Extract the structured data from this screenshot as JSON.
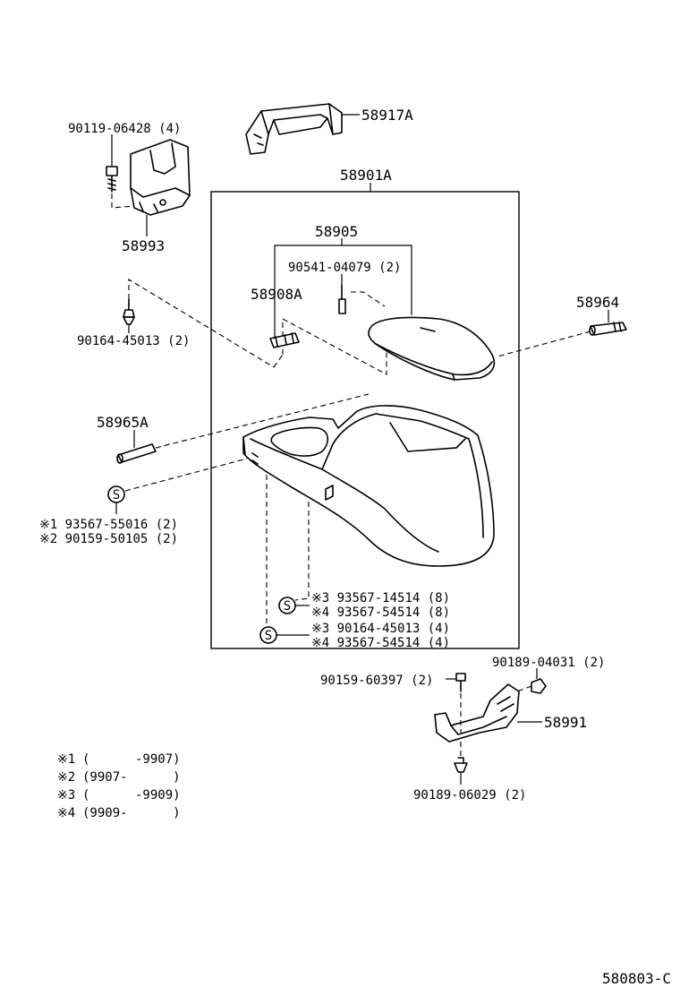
{
  "callouts": {
    "p90119": "90119-06428 (4)",
    "p58917A": "58917A",
    "p58901A": "58901A",
    "p58993": "58993",
    "p58905": "58905",
    "p90541": "90541-04079 (2)",
    "p58908A": "58908A",
    "p58964": "58964",
    "p90164a": "90164-45013 (2)",
    "p58965A": "58965A",
    "s1": "※1 93567-55016 (2)",
    "s2": "※2 90159-50105 (2)",
    "s3a": "※3 93567-14514 (8)",
    "s4a": "※4 93567-54514 (8)",
    "s3b": "※3 90164-45013 (4)",
    "s4b": "※4 93567-54514 (4)",
    "p90189a": "90189-04031 (2)",
    "p90159": "90159-60397 (2)",
    "p58991": "58991",
    "p90189b": "90189-06029 (2)"
  },
  "symbol_s": "S",
  "legend": [
    {
      "mark": "※1",
      "range": "(      -9907)"
    },
    {
      "mark": "※2",
      "range": "(9907-      )"
    },
    {
      "mark": "※3",
      "range": "(      -9909)"
    },
    {
      "mark": "※4",
      "range": "(9909-      )"
    }
  ],
  "figure_code": "580803-C"
}
